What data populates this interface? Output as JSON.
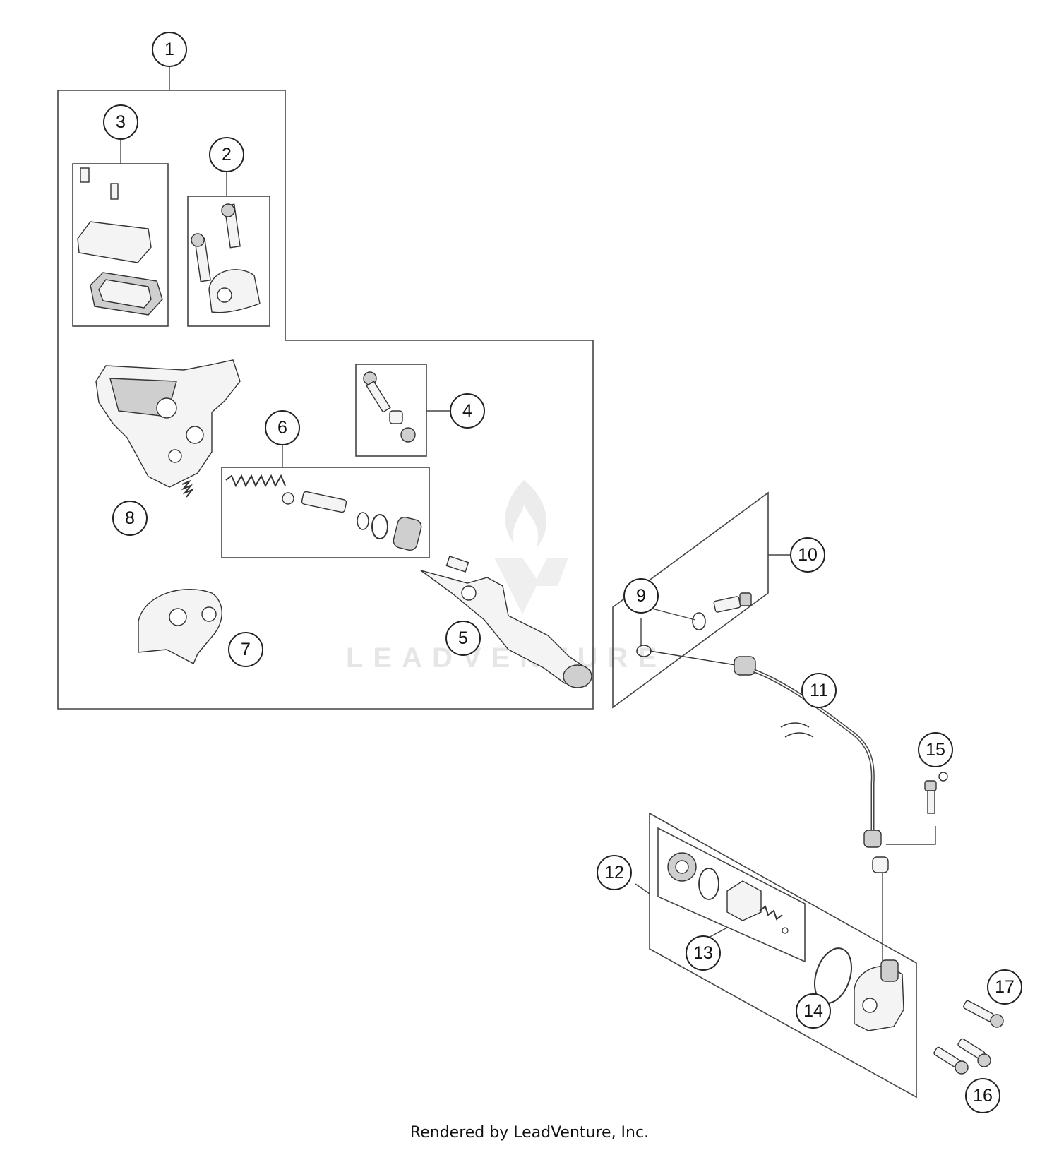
{
  "callouts": [
    {
      "n": "1"
    },
    {
      "n": "2"
    },
    {
      "n": "3"
    },
    {
      "n": "4"
    },
    {
      "n": "5"
    },
    {
      "n": "6"
    },
    {
      "n": "7"
    },
    {
      "n": "8"
    },
    {
      "n": "9"
    },
    {
      "n": "10"
    },
    {
      "n": "11"
    },
    {
      "n": "12"
    },
    {
      "n": "13"
    },
    {
      "n": "14"
    },
    {
      "n": "15"
    },
    {
      "n": "16"
    },
    {
      "n": "17"
    }
  ],
  "watermark": "LEADVENTURE",
  "footer": "Rendered by LeadVenture, Inc."
}
